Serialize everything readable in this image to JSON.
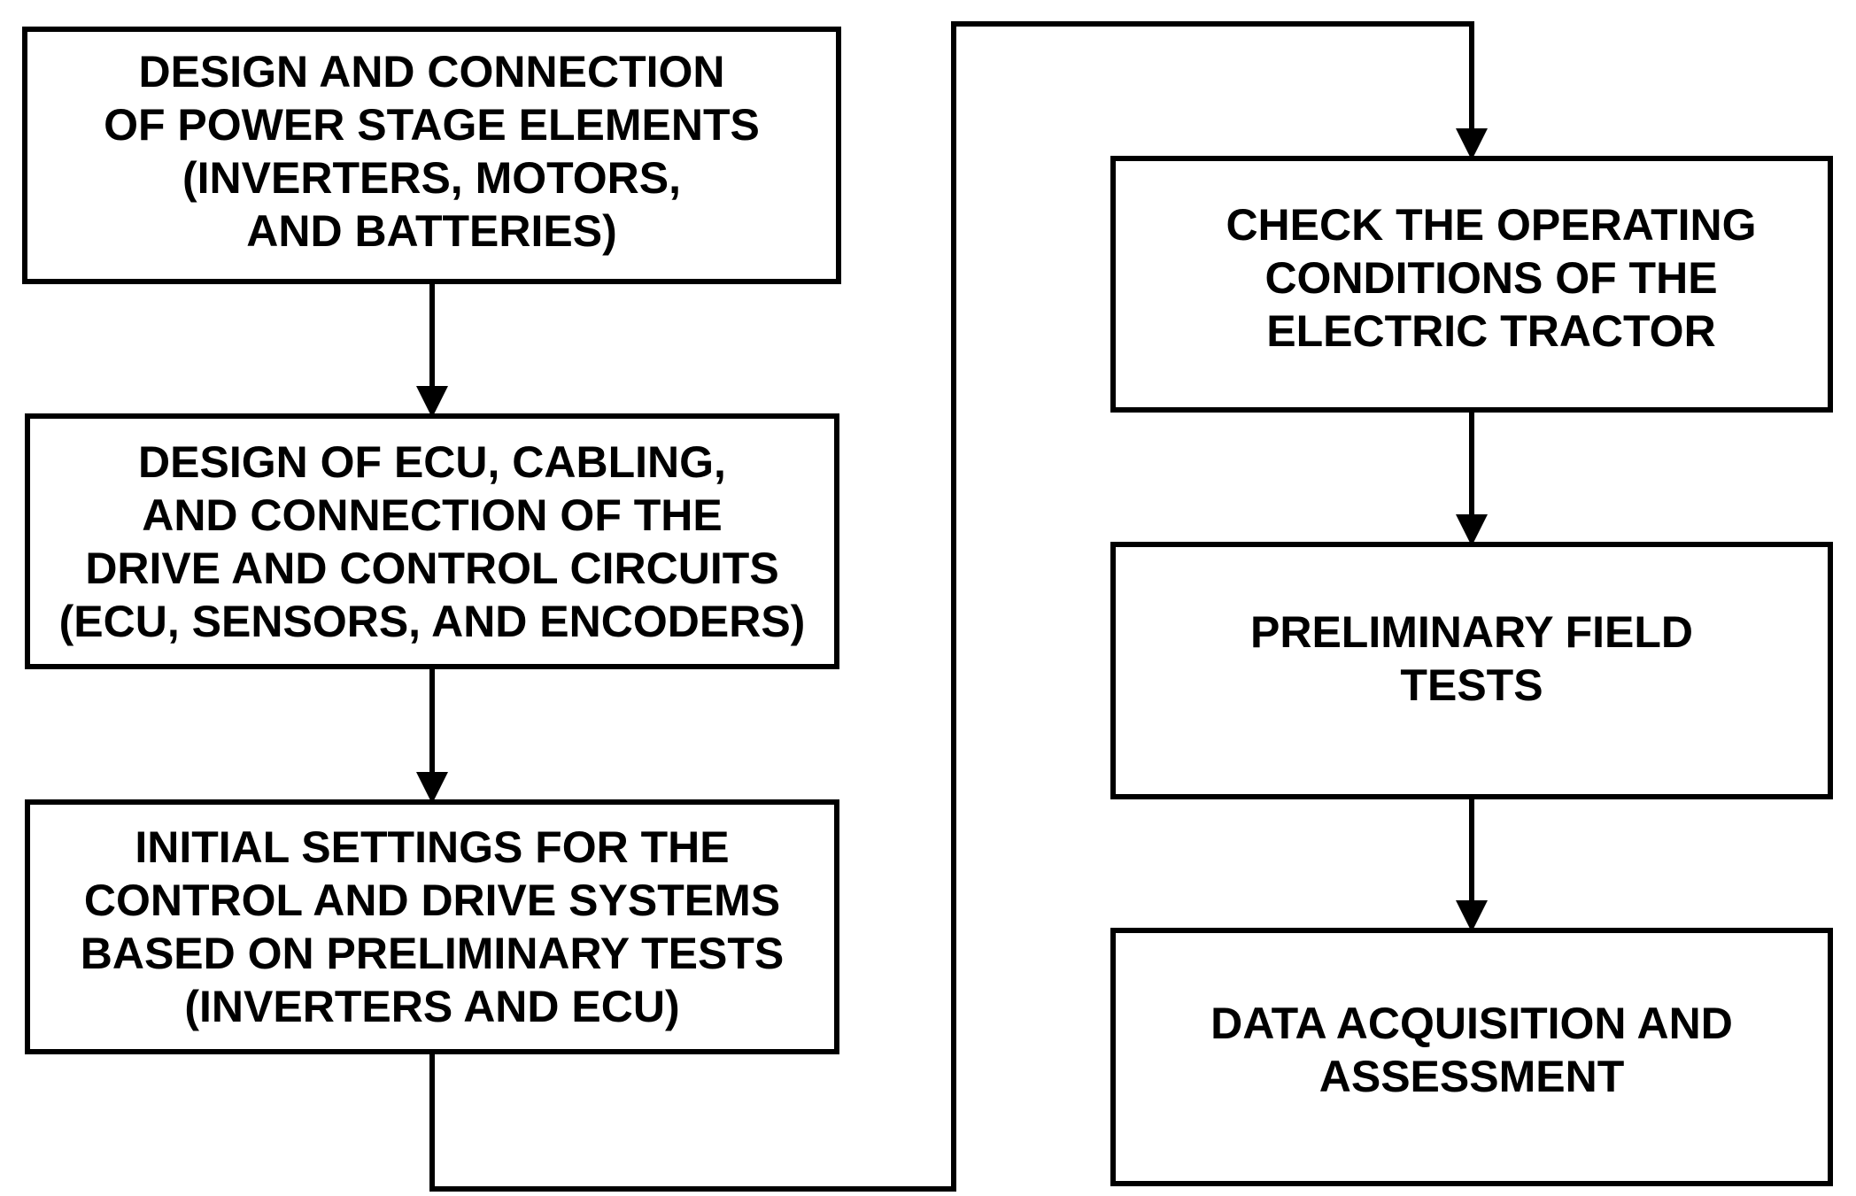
{
  "steps": [
    {
      "id": "b1",
      "text": "DESIGN AND CONNECTION\nOF POWER STAGE ELEMENTS\n(INVERTERS, MOTORS,\nAND BATTERIES)"
    },
    {
      "id": "b2",
      "text": "DESIGN OF ECU, CABLING,\nAND CONNECTION OF THE\nDRIVE AND CONTROL CIRCUITS\n(ECU, SENSORS, AND ENCODERS)"
    },
    {
      "id": "b3",
      "text": "INITIAL SETTINGS FOR THE\nCONTROL AND DRIVE SYSTEMS\nBASED ON PRELIMINARY TESTS\n(INVERTERS AND ECU)"
    },
    {
      "id": "b4",
      "text": "CHECK THE OPERATING\nCONDITIONS OF THE\nELECTRIC TRACTOR"
    },
    {
      "id": "b5",
      "text": "PRELIMINARY FIELD\nTESTS"
    },
    {
      "id": "b6",
      "text": "DATA ACQUISITION AND\nASSESSMENT"
    }
  ],
  "colors": {
    "stroke": "#000000",
    "background": "#ffffff"
  }
}
